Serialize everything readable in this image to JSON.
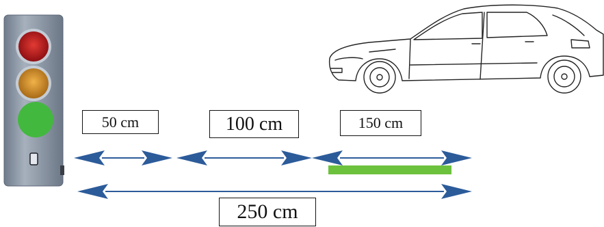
{
  "labels": {
    "d50": "50 cm",
    "d100": "100 cm",
    "d150": "150 cm",
    "d250": "250 cm"
  },
  "traffic_light": {
    "lamps": [
      "red",
      "amber",
      "green"
    ],
    "active_lamp": "green",
    "colors": {
      "red": "#c8161b",
      "amber": "#d99a2a",
      "green": "#43b83f",
      "housing": "#8492a3"
    }
  },
  "colors": {
    "arrow": "#2c5b9a",
    "highlight_bar": "#6cc13d"
  },
  "icons": {
    "vehicle": "car-outline-icon"
  }
}
